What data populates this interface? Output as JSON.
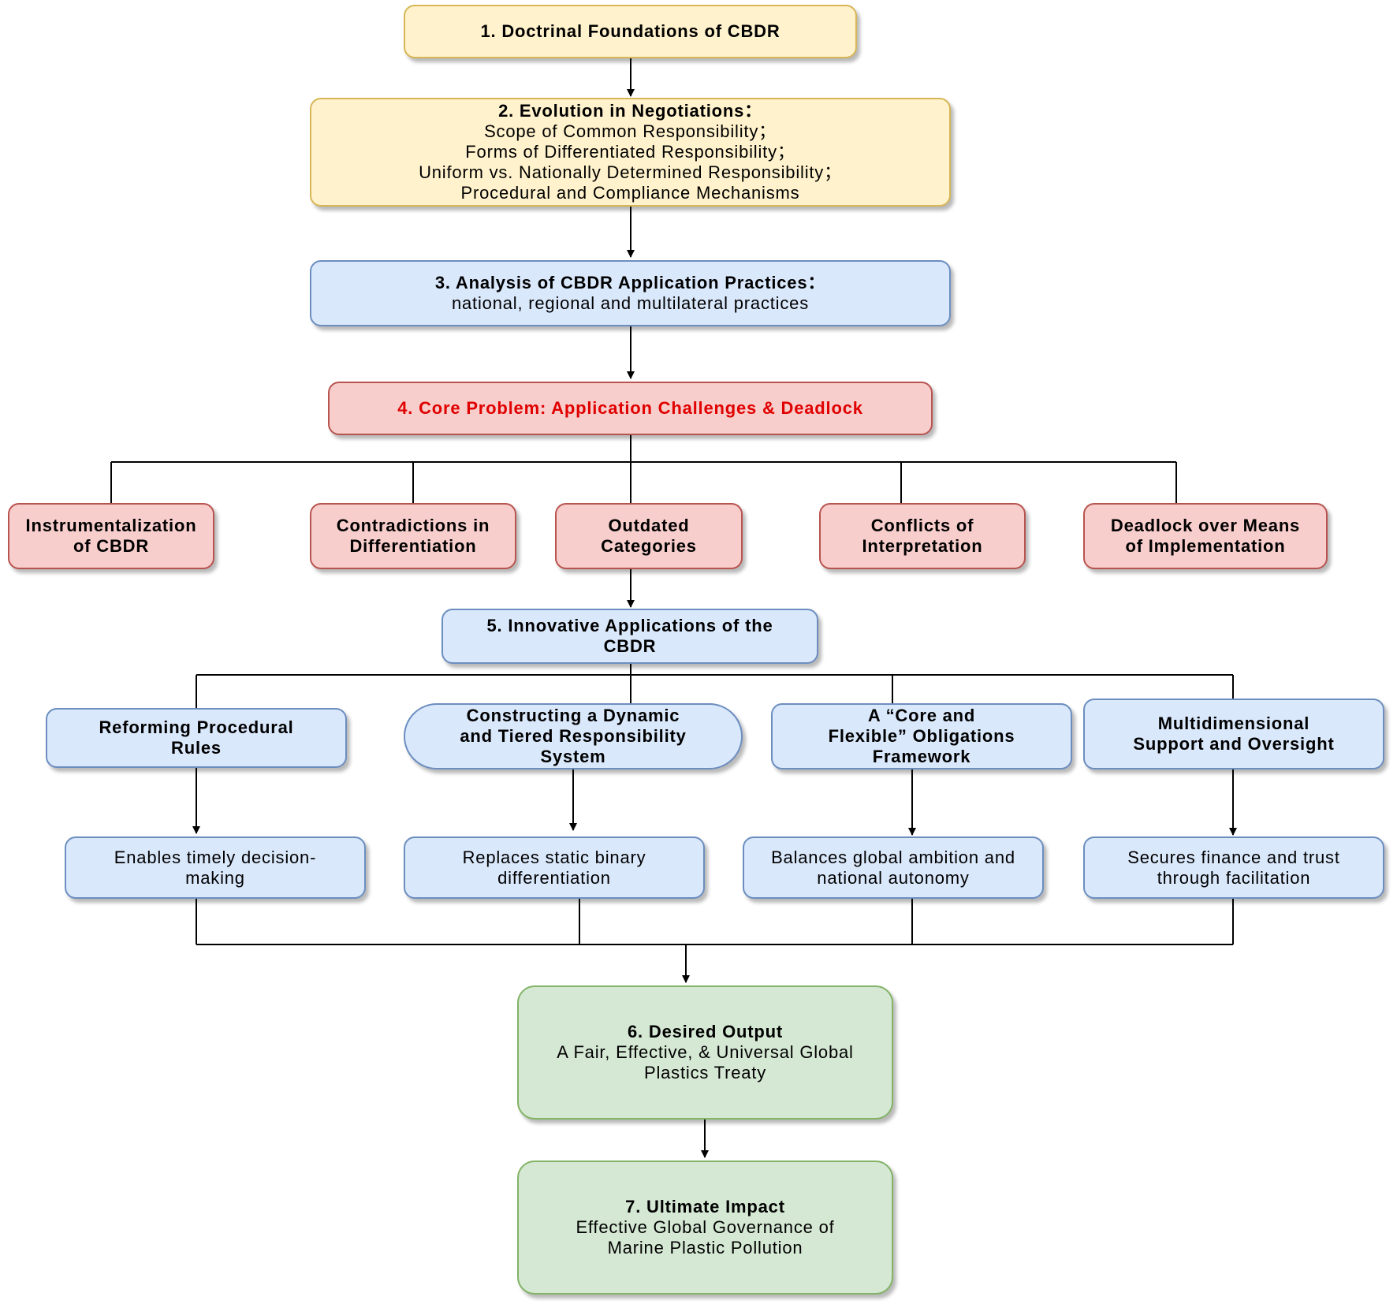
{
  "boxes": {
    "b1": {
      "title": "1. Doctrinal Foundations of CBDR"
    },
    "b2": {
      "title": "2. Evolution in Negotiations：",
      "lines": [
        "Scope of Common Responsibility；",
        "Forms of Differentiated Responsibility；",
        "Uniform vs. Nationally Determined Responsibility；",
        "Procedural and Compliance Mechanisms"
      ]
    },
    "b3": {
      "title": "3. Analysis of CBDR Application Practices：",
      "lines": [
        "national, regional and multilateral practices"
      ]
    },
    "b4": {
      "title": "4. Core Problem: Application Challenges & Deadlock"
    },
    "challenges": [
      {
        "l1": "Instrumentalization",
        "l2": "of CBDR"
      },
      {
        "l1": "Contradictions in",
        "l2": "Differentiation"
      },
      {
        "l1": "Outdated",
        "l2": "Categories"
      },
      {
        "l1": "Conflicts of",
        "l2": "Interpretation"
      },
      {
        "l1": "Deadlock over Means",
        "l2": "of Implementation"
      }
    ],
    "b5": {
      "l1": "5. Innovative Applications of the",
      "l2": "CBDR"
    },
    "innovations": [
      {
        "lines": [
          "Reforming Procedural",
          "Rules"
        ]
      },
      {
        "lines": [
          "Constructing a Dynamic",
          "and Tiered Responsibility",
          "System"
        ]
      },
      {
        "lines": [
          "A “Core and",
          "Flexible” Obligations",
          "Framework"
        ]
      },
      {
        "lines": [
          "Multidimensional",
          "Support and Oversight"
        ]
      }
    ],
    "effects": [
      {
        "lines": [
          "Enables timely decision-",
          "making"
        ]
      },
      {
        "lines": [
          "Replaces static binary",
          "differentiation"
        ]
      },
      {
        "lines": [
          "Balances global ambition and",
          "national autonomy"
        ]
      },
      {
        "lines": [
          "Secures finance and trust",
          "through facilitation"
        ]
      }
    ],
    "b6": {
      "title": "6. Desired Output",
      "lines": [
        "A Fair, Effective, & Universal Global",
        "Plastics Treaty"
      ]
    },
    "b7": {
      "title": "7. Ultimate Impact",
      "lines": [
        "Effective Global Governance of",
        "Marine Plastic Pollution"
      ]
    }
  },
  "colors": {
    "yellow_fill": "#fff2cc",
    "blue_fill": "#dae8fc",
    "red_fill": "#f8cecc",
    "green_fill": "#d5e8d4",
    "core_problem_text": "#e00000"
  }
}
